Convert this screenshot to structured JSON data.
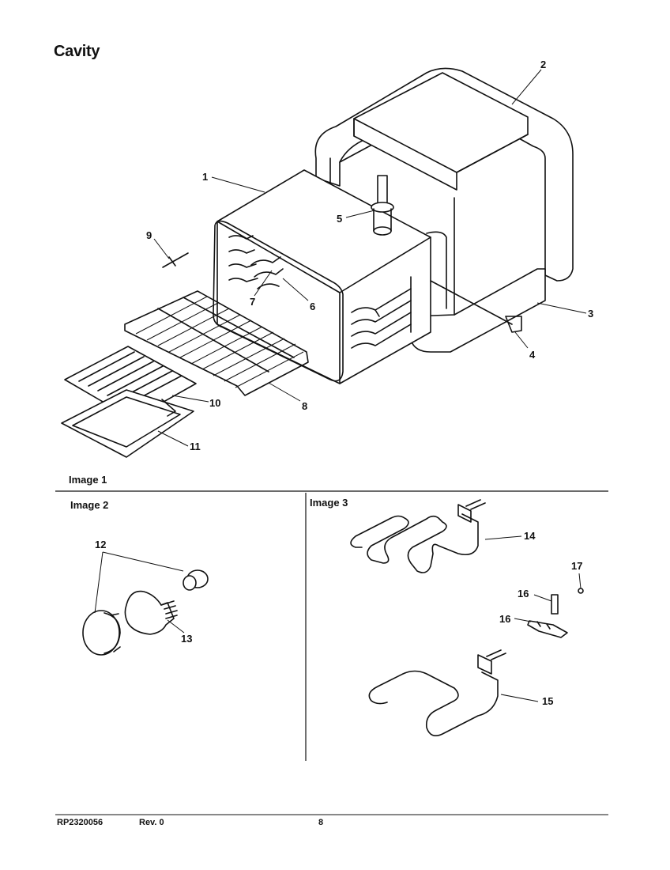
{
  "title": "Cavity",
  "images": {
    "image1": "Image 1",
    "image2": "Image 2",
    "image3": "Image 3"
  },
  "callouts": [
    "1",
    "2",
    "3",
    "4",
    "5",
    "6",
    "7",
    "8",
    "9",
    "10",
    "11",
    "12",
    "13",
    "14",
    "15",
    "16",
    "16",
    "17"
  ],
  "footer": {
    "part_number": "RP2320056",
    "revision": "Rev. 0",
    "page": "8"
  }
}
